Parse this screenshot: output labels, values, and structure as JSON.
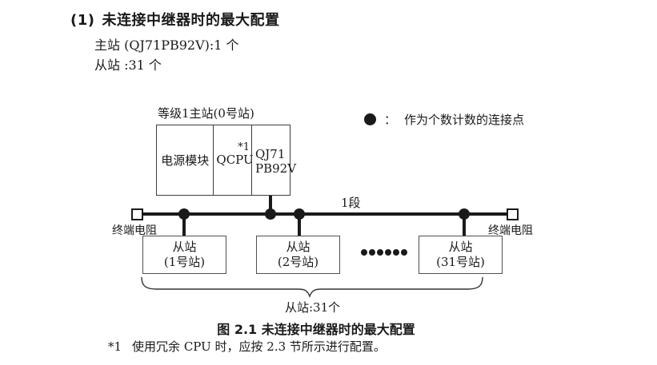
{
  "heading": {
    "number": "(1)",
    "title": "未连接中继器时的最大配置"
  },
  "summary": {
    "master_line": "主站 (QJ71PB92V):1 个",
    "slave_line": "从站 :31 个"
  },
  "diagram": {
    "master_station": {
      "label": "等级1主站(0号站)",
      "modules": {
        "power": "电源模块",
        "cpu": "QCPU",
        "cpu_note_ref": "*1",
        "pb_line1": "QJ71",
        "pb_line2": "PB92V"
      }
    },
    "legend": {
      "symbol": "connection-point-dot",
      "separator": "：",
      "text": "作为个数计数的连接点"
    },
    "segment_label": "1段",
    "terminators": {
      "left_label": "终端电阻",
      "right_label": "终端电阻"
    },
    "slaves": [
      {
        "line1": "从站",
        "line2": "(1号站)"
      },
      {
        "line1": "从站",
        "line2": "(2号站)"
      },
      {
        "line1": "从站",
        "line2": "(31号站)"
      }
    ],
    "ellipsis_dots": 6,
    "connection_dots": 4,
    "brace_label": "从站:31个"
  },
  "caption": "图 2.1 未连接中继器时的最大配置",
  "footnote": {
    "marker": "*1",
    "text": "使用冗余 CPU 时，应按 2.3 节所示进行配置。"
  },
  "colors": {
    "line": "#1a1a1a",
    "box_border": "#3d3d3d",
    "background": "#ffffff",
    "text": "#1a1a1a"
  }
}
